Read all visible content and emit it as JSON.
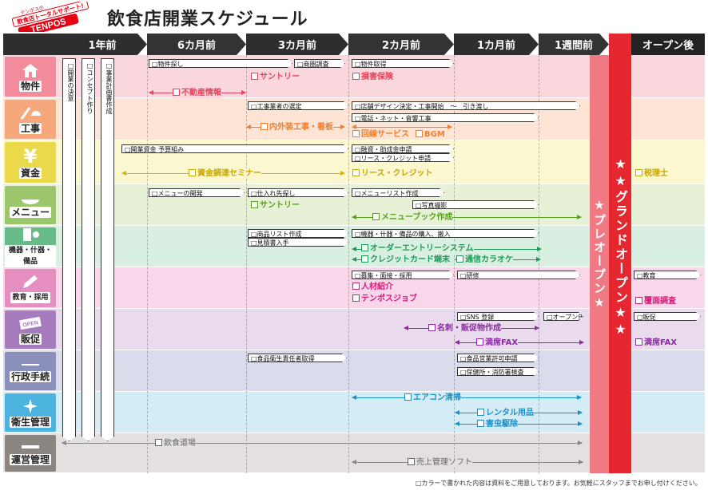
{
  "logo": {
    "line1": "テンポスの",
    "line2": "飲食店トータルサポート!",
    "brand": "TENPOS"
  },
  "title": "飲食店開業スケジュール",
  "header": [
    "1年前",
    "6カ月前",
    "3カ月前",
    "2カ月前",
    "1カ月前",
    "1週間前",
    "オープン後"
  ],
  "rows": [
    {
      "label": "物件",
      "icon": "house-icon",
      "bg": "#f9d7dd",
      "lbl": "#f28c9c"
    },
    {
      "label": "工事",
      "icon": "construction-icon",
      "bg": "#fde4d4",
      "lbl": "#f6a87c"
    },
    {
      "label": "資金",
      "icon": "yen-icon",
      "bg": "#fbf7cf",
      "lbl": "#e9d94b"
    },
    {
      "label": "メニュー",
      "icon": "dish-icon",
      "bg": "#e6f1d6",
      "lbl": "#9bc66b"
    },
    {
      "label": "機器・什器・備品",
      "icon": "equipment-icon",
      "bg": "#d9efe1",
      "lbl": "#66bb88"
    },
    {
      "label": "教育・採用",
      "icon": "pencil-icon",
      "bg": "#f9d6ea",
      "lbl": "#e58fc0"
    },
    {
      "label": "販促",
      "icon": "open-sign-icon",
      "bg": "#e9daee",
      "lbl": "#a67bbd"
    },
    {
      "label": "行政手続",
      "icon": "government-icon",
      "bg": "#dadcec",
      "lbl": "#8b8fbc"
    },
    {
      "label": "衛生管理",
      "icon": "sparkle-icon",
      "bg": "#d4ecf5",
      "lbl": "#4cb3de"
    },
    {
      "label": "運営管理",
      "icon": "management-icon",
      "bg": "#e3e0df",
      "lbl": "#8c8682"
    }
  ],
  "vertical_tasks": [
    "□開業の決意",
    "□コンセプト作り",
    "□事業計画書作成"
  ],
  "tasks": {
    "bukken_search": "□物件探し",
    "shoken": "□商圏調査",
    "bukken_get": "□物件取得",
    "koji_select": "□工事業者の選定",
    "tenpo_design": "□店舗デザイン決定・工事開始　～　引き渡し",
    "denwa": "□電話・ネット・音響工事",
    "kaigyo_shikin": "□開業資金 予算組み",
    "yushi": "□融資・助成金申請",
    "lease": "□リース・クレジット申請",
    "menu_dev": "□メニューの開発",
    "shiire": "□仕入れ先探し",
    "menu_list": "□メニューリスト作成",
    "photo": "□写真撮影",
    "item_list": "□商品リスト作成",
    "estimate": "□見積書入手",
    "kiki": "□機器・什器・備品の購入、搬入",
    "boshu": "□募集・面接・採用",
    "kenshu": "□研修",
    "kyoiku": "□教育",
    "sns": "□SNS 登録",
    "open_notice": "□オープン告知",
    "hansoku": "□販促",
    "shokuhin_resp": "□食品衛生責任者取得",
    "eigyo": "□食品営業許可申請",
    "hoken": "□保健所・消防署検査"
  },
  "services": {
    "suntory1": "サントリー",
    "songai": "損害保険",
    "fudosan": "不動産情報",
    "naisou": "内外装工事・看板",
    "kaisen": "回線サービス",
    "bgm": "BGM",
    "seminar": "資金調達セミナー",
    "lease_credit": "リース・クレジット",
    "zeirishi": "税理士",
    "suntory2": "サントリー",
    "menubook": "メニューブック作成",
    "order": "オーダーエントリーシステム",
    "credit": "クレジットカード端末",
    "karaoke": "通信カラオケ",
    "jinzai": "人材紹介",
    "tenpos_job": "テンポスジョブ",
    "uramen": "覆面調査",
    "meishi": "名刺・販促物作成",
    "fax1": "満席FAX",
    "fax2": "満席FAX",
    "aircon": "エアコン清掃",
    "rental": "レンタル用品",
    "gaichu": "害虫駆除",
    "dojo": "飲食道場",
    "uriage": "売上管理ソフト"
  },
  "pre_open": "★プレオープン★",
  "grand_open": "★★グランドオープン★★",
  "footer": "□カラーで書かれた内容は資料をご用意しております。お気軽にスタッフまでお申し付けください。",
  "colors": {
    "header": "#2e2e2e",
    "pre_open": "#f07a84",
    "grand_open": "#e5272f",
    "logo": "#e60012"
  }
}
